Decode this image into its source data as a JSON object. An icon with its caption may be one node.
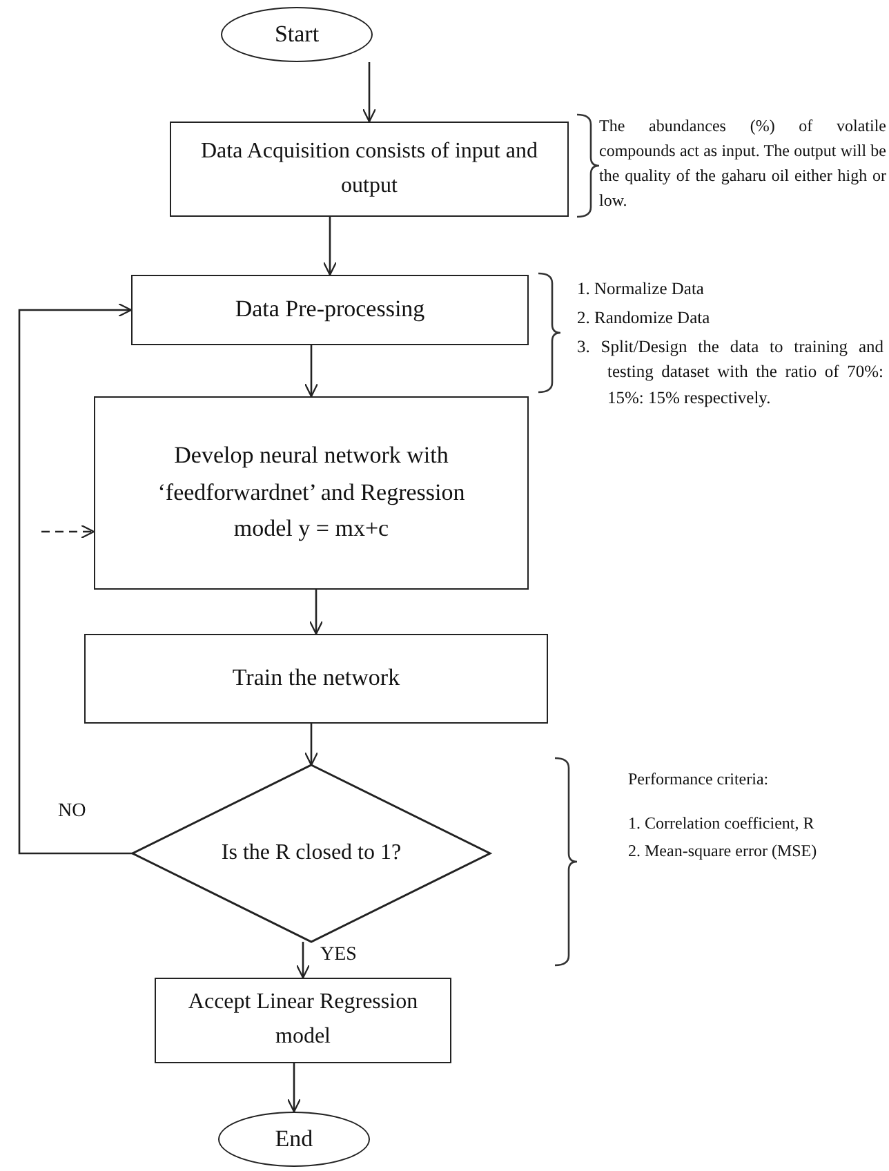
{
  "diagram": {
    "nodes": [
      {
        "text": [
          "Start"
        ]
      },
      {
        "text": [
          "Data Acquisition consists of input and output"
        ],
        "beside": [
          "The abundances (%) of volatile compounds act as input. The output will be the quality of the gaharu oil either high or low."
        ]
      },
      {
        "text": [
          "Data Pre-processing"
        ],
        "beside": [
          "1. Normalize Data",
          "2. Randomize Data",
          "3. Split/Design the data to training and testing dataset with the ratio of 70%: 15%: 15% respectively."
        ]
      },
      {
        "text": [
          "Develop neural network with ‘feedforwardnet’ and Regression model y = mx+c"
        ]
      },
      {
        "text": [
          "Train the network"
        ]
      },
      {
        "text": [
          "Is the R closed to 1?"
        ],
        "beside": [
          "Performance criteria:",
          "1. Correlation coefficient, R",
          "2. Mean-square error (MSE)"
        ]
      },
      {
        "text": [
          "Accept Linear Regression model"
        ]
      },
      {
        "text": [
          "End"
        ]
      }
    ],
    "edges": [
      {
        "from": 0,
        "to": 1,
        "arrow": "to"
      },
      {
        "from": 1,
        "to": 2,
        "arrow": "to"
      },
      {
        "from": 2,
        "to": 3,
        "arrow": "to"
      },
      {
        "from": 3,
        "to": 4,
        "arrow": "to"
      },
      {
        "from": 4,
        "to": 5,
        "arrow": "to"
      },
      {
        "from": 5,
        "to": 2,
        "arrow": "to",
        "label": "NO"
      },
      {
        "from": null,
        "to": 3,
        "arrow": "to",
        "style": "dashed"
      },
      {
        "from": 5,
        "to": 6,
        "arrow": "to",
        "label": "YES"
      },
      {
        "from": 6,
        "to": 7,
        "arrow": "to"
      }
    ]
  }
}
